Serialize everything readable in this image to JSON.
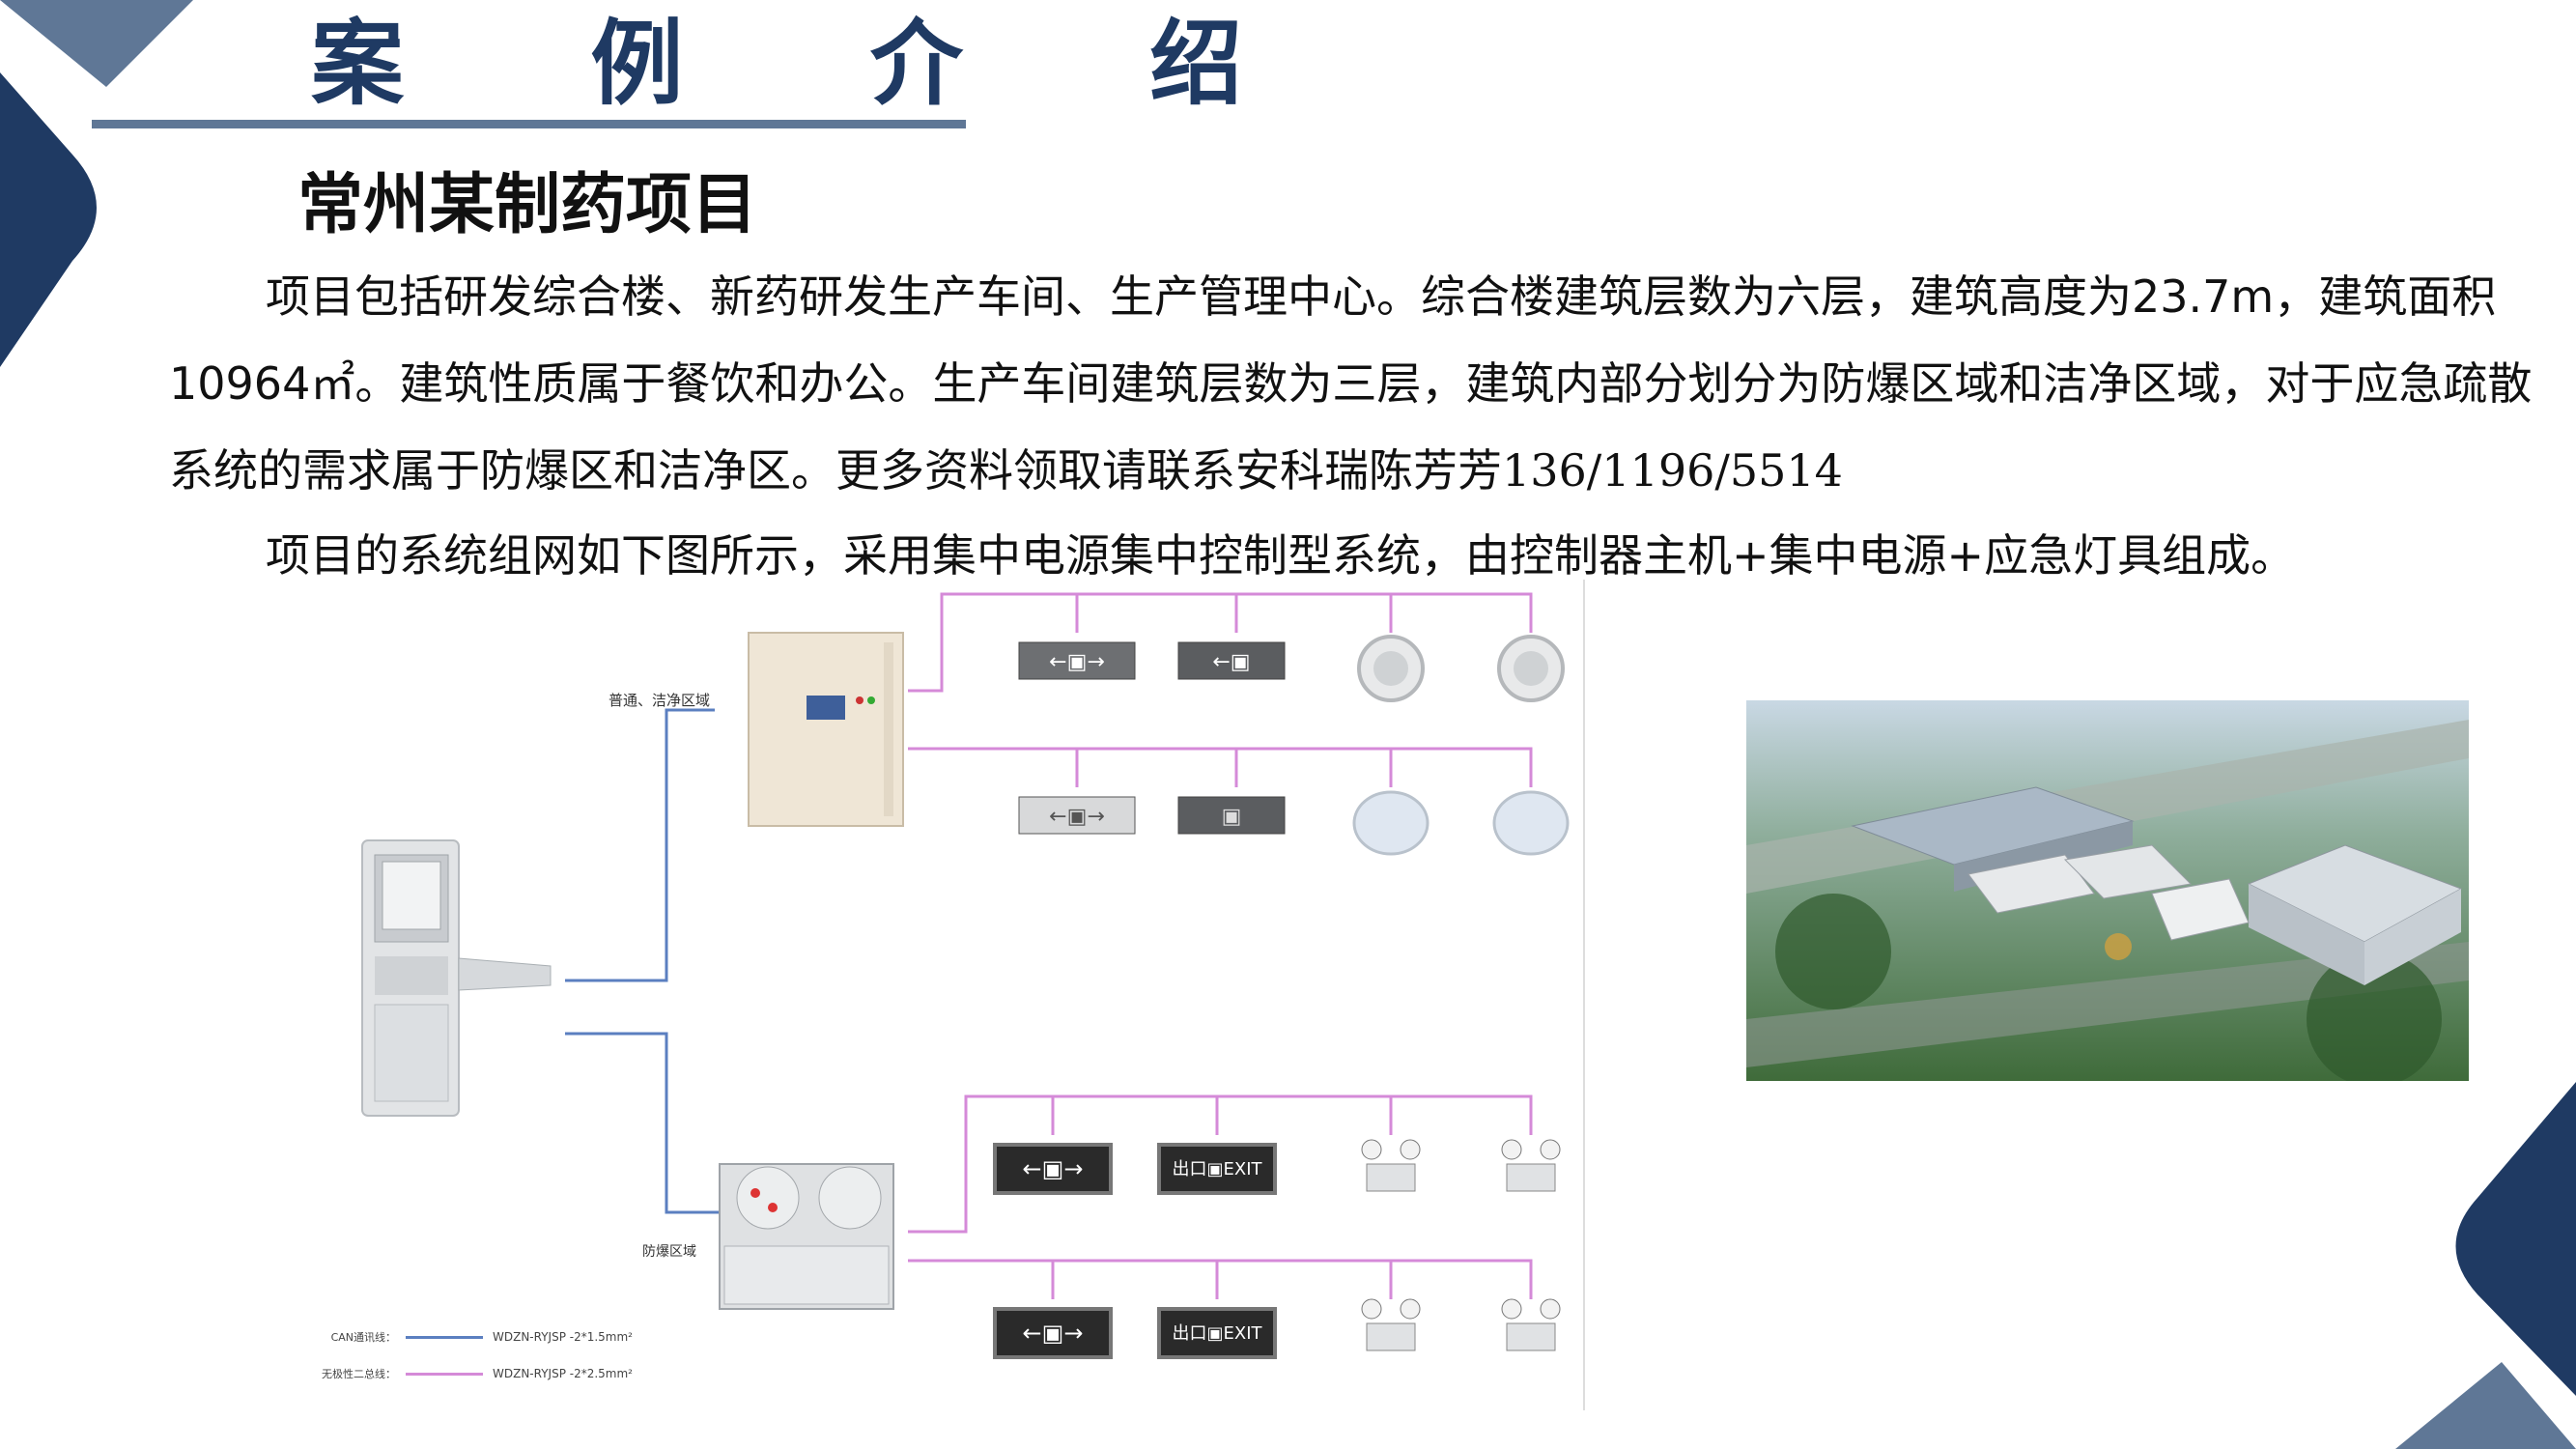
{
  "header": {
    "title": "案 例 介 绍",
    "subtitle": "常州某制药项目"
  },
  "content": {
    "paragraph1": "项目包括研发综合楼、新药研发生产车间、生产管理中心。综合楼建筑层数为六层，建筑高度为23.7m，建筑面积10964㎡。建筑性质属于餐饮和办公。生产车间建筑层数为三层，建筑内部分划分为防爆区域和洁净区域，对于应急疏散系统的需求属于防爆区和洁净区。",
    "contact": "更多资料领取请联系安科瑞陈芳芳136/1196/5514",
    "paragraph2": "项目的系统组网如下图所示，采用集中电源集中控制型系统，由控制器主机+集中电源+应急灯具组成。"
  },
  "diagram": {
    "zone_clean": "普通、洁净区域",
    "zone_explosion": "防爆区域",
    "legend": [
      {
        "name": "CAN通讯线：",
        "spec": "WDZN-RYJSP -2*1.5mm²",
        "color": "#5b7fc0"
      },
      {
        "name": "无极性二总线：",
        "spec": "WDZN-RYJSP -2*2.5mm²",
        "color": "#d58ad8"
      }
    ]
  },
  "colors": {
    "brand_navy": "#1f3a63",
    "accent_steel": "#5f7796",
    "can_line": "#5b7fc0",
    "bus_line": "#d58ad8"
  }
}
